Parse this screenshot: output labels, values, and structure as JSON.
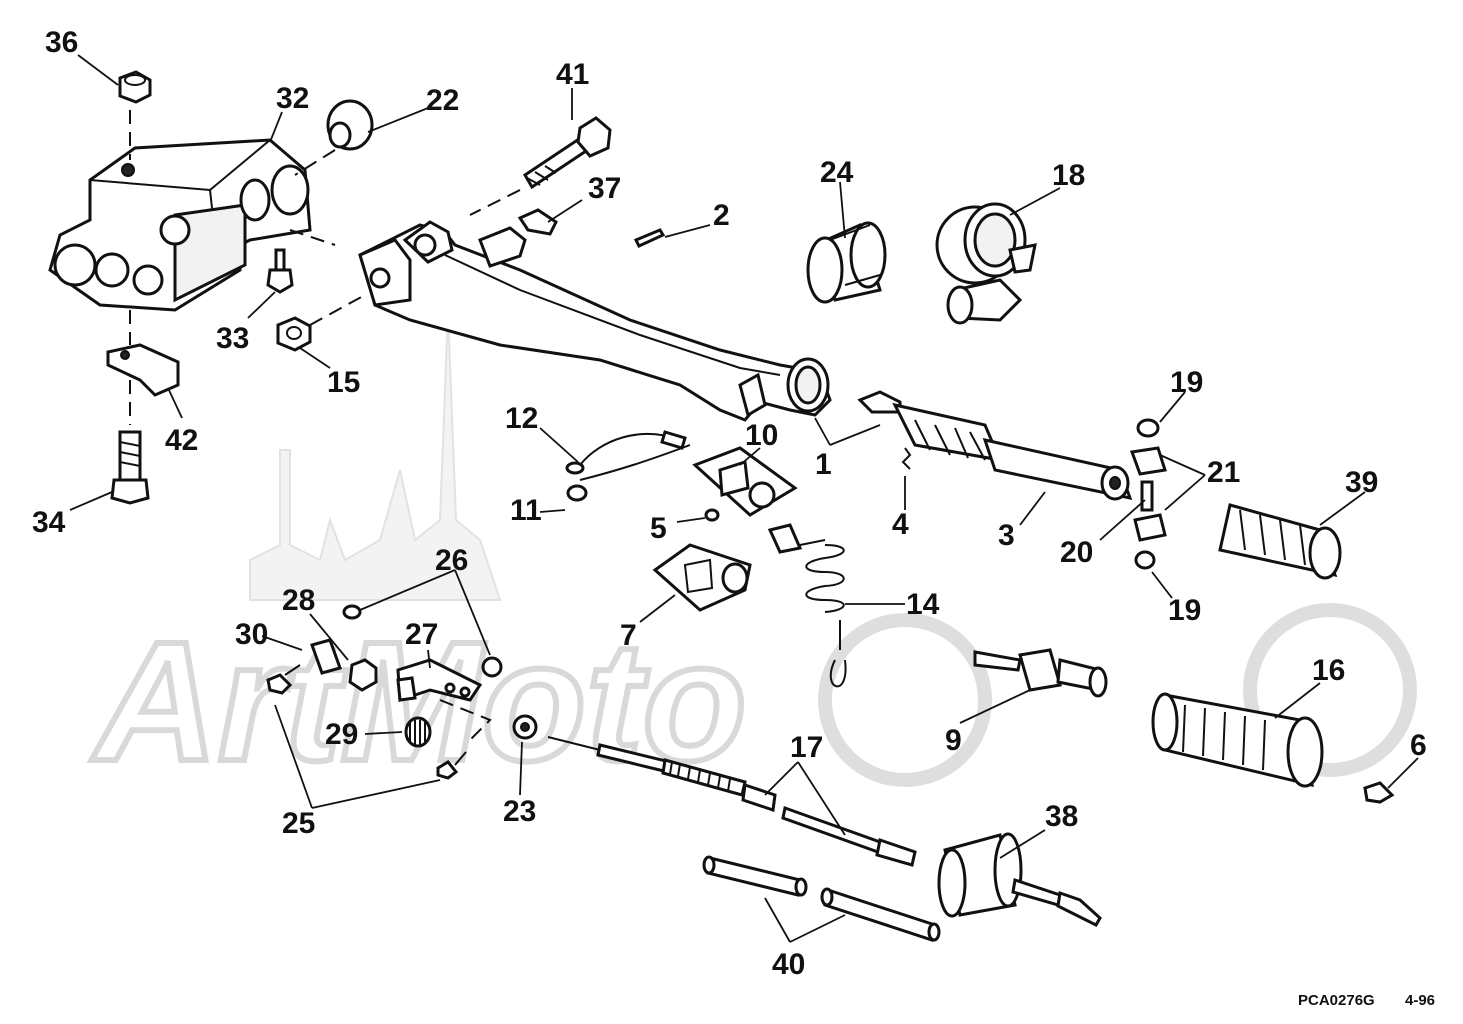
{
  "watermark": {
    "text": "ArtMoto"
  },
  "footer": {
    "code": "PCA0276G",
    "date": "4-96"
  },
  "callouts": {
    "c1": "1",
    "c2": "2",
    "c3": "3",
    "c4": "4",
    "c5": "5",
    "c6": "6",
    "c7": "7",
    "c9": "9",
    "c10": "10",
    "c11": "11",
    "c12": "12",
    "c14": "14",
    "c15": "15",
    "c16": "16",
    "c17": "17",
    "c18": "18",
    "c19a": "19",
    "c19b": "19",
    "c20": "20",
    "c21": "21",
    "c22": "22",
    "c23": "23",
    "c24": "24",
    "c25": "25",
    "c26": "26",
    "c27": "27",
    "c28": "28",
    "c29": "29",
    "c30": "30",
    "c32": "32",
    "c33": "33",
    "c34": "34",
    "c36": "36",
    "c37": "37",
    "c38": "38",
    "c39": "39",
    "c40": "40",
    "c41": "41",
    "c42": "42"
  }
}
